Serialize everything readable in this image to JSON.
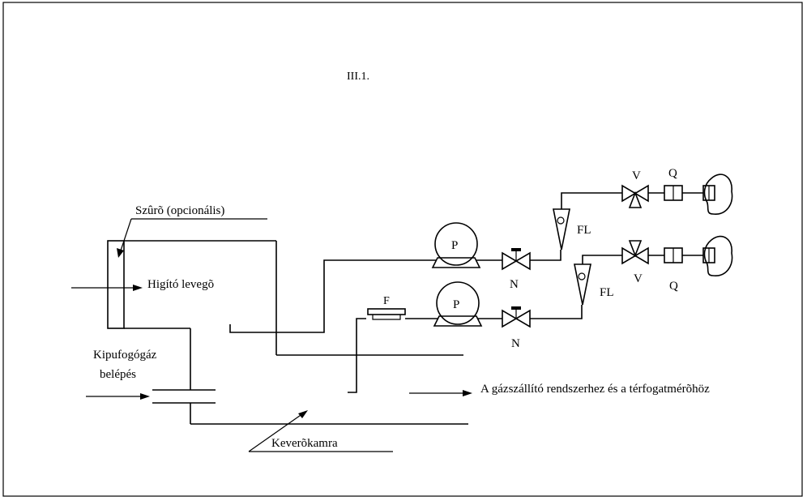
{
  "title": "III.1.",
  "labels": {
    "filter_optional": "Szûrõ (opcionális)",
    "dilution_air": "Higító levegõ",
    "exhaust_line1": "Kipufogógáz",
    "exhaust_line2": "belépés",
    "mixing_chamber": "Keverõkamra",
    "output_dest": "A gázszállító rendszerhez és a térfogatmérõhöz",
    "filter_f": "F",
    "pump_top": "P",
    "pump_bottom": "P",
    "valve_n_top": "N",
    "valve_n_bottom": "N",
    "flowmeter_top": "FL",
    "flowmeter_bottom": "FL",
    "valve_v_top": "V",
    "valve_v_bottom": "V",
    "meter_q_top": "Q",
    "meter_q_bottom": "Q"
  },
  "colors": {
    "line": "#000000",
    "background": "#ffffff"
  }
}
